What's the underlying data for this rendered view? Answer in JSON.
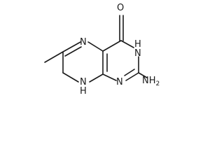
{
  "molecule": {
    "atoms": {
      "o_label": "O",
      "n5_label": "N",
      "n3_label": "N",
      "n3_h_label": "H",
      "n8_label": "N",
      "n8_h_label": "H",
      "n1_label": "N",
      "nh2_label": "NH",
      "nh2_sub": "2"
    },
    "colors": {
      "bond": "#1a1a1a",
      "label": "#1a1a1a",
      "background": "#ffffff"
    }
  }
}
